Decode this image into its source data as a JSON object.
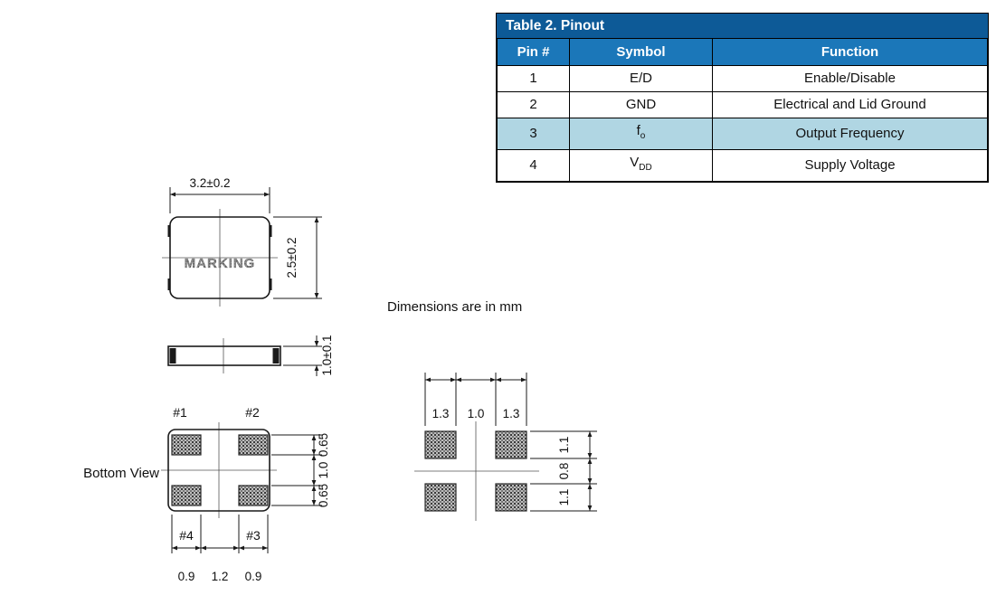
{
  "page": {
    "note": "Dimensions are in mm"
  },
  "pinout_table": {
    "title": "Table 2. Pinout",
    "columns": [
      "Pin #",
      "Symbol",
      "Function"
    ],
    "rows": [
      {
        "pin": "1",
        "symbol": "E/D",
        "symbol_sub": "",
        "function": "Enable/Disable",
        "highlighted": false
      },
      {
        "pin": "2",
        "symbol": "GND",
        "symbol_sub": "",
        "function": "Electrical and Lid Ground",
        "highlighted": false
      },
      {
        "pin": "3",
        "symbol": "f",
        "symbol_sub": "o",
        "function": "Output Frequency",
        "highlighted": true
      },
      {
        "pin": "4",
        "symbol": "V",
        "symbol_sub": "DD",
        "function": "Supply Voltage",
        "highlighted": false
      }
    ],
    "colors": {
      "title_bg": "#0d5a97",
      "header_bg": "#1b77b9",
      "highlight_bg": "#b0d6e3",
      "header_text": "#ffffff",
      "border": "#000000"
    }
  },
  "drawings": {
    "top_view": {
      "marking_label": "MARKING",
      "width_dim": "3.2±0.2",
      "height_dim": "2.5±0.2"
    },
    "side_view": {
      "thickness_dim": "1.0±0.1"
    },
    "bottom_view": {
      "label": "Bottom View",
      "pad_labels": {
        "p1": "#1",
        "p2": "#2",
        "p3": "#3",
        "p4": "#4"
      },
      "vertical_dims": [
        "0.65",
        "1.0",
        "0.65"
      ],
      "horizontal_dims": [
        "0.9",
        "1.2",
        "0.9"
      ]
    },
    "land_pattern": {
      "horizontal_dims": [
        "1.3",
        "1.0",
        "1.3"
      ],
      "vertical_dims": [
        "1.1",
        "0.8",
        "1.1"
      ]
    }
  }
}
